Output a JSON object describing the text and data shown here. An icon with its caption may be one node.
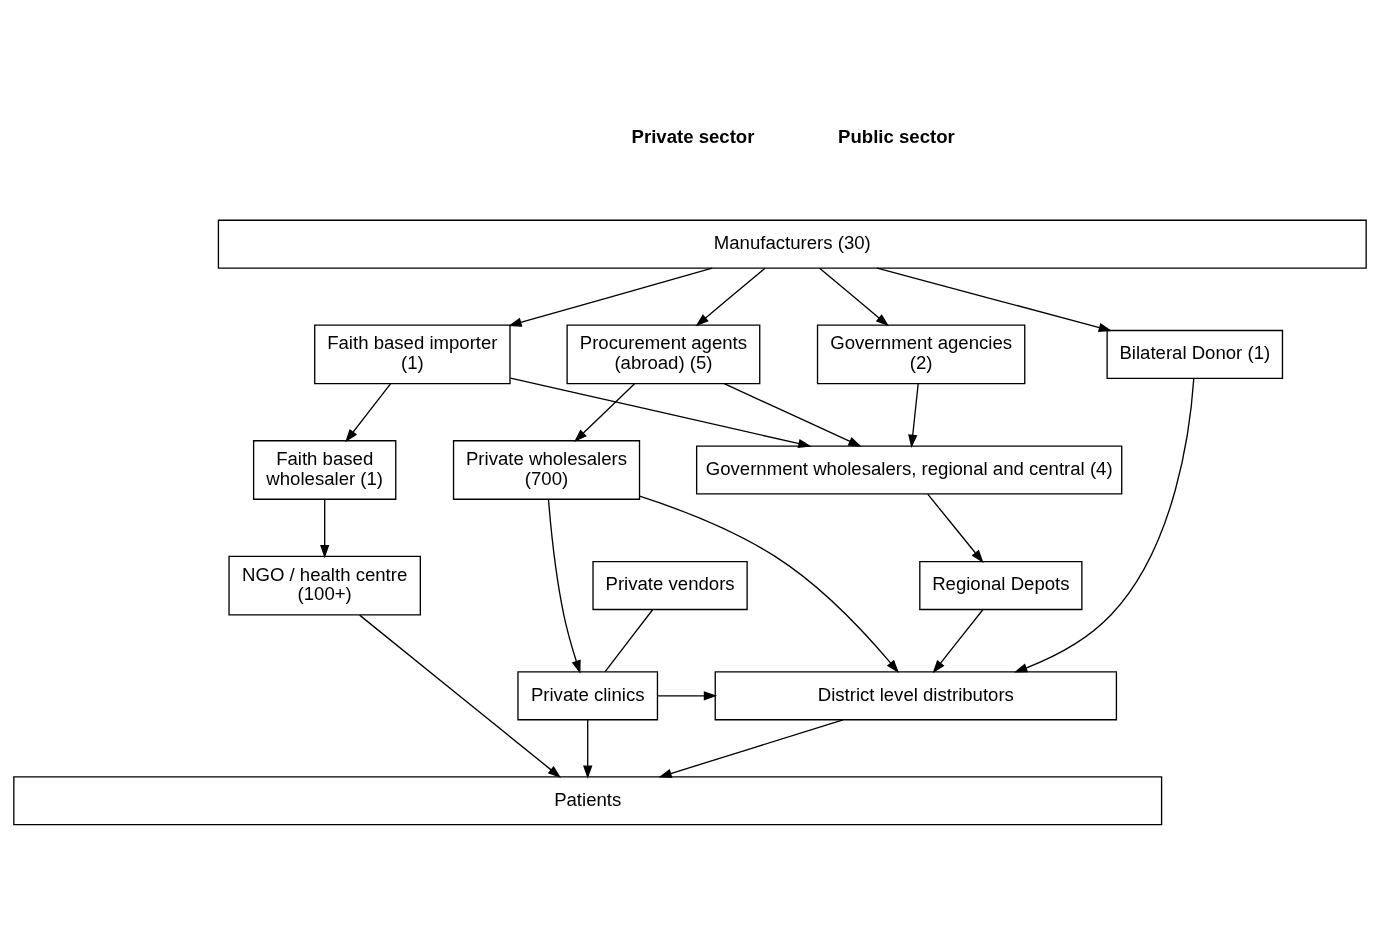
{
  "diagram": {
    "nodes": [
      {
        "text": [
          "Manufacturers (30)"
        ]
      },
      {
        "text": [
          "Faith based importer (1)"
        ]
      },
      {
        "text": [
          "Procurement agents (abroad) (5)"
        ]
      },
      {
        "text": [
          "Government agencies (2)"
        ]
      },
      {
        "text": [
          "Bilateral Donor (1)"
        ]
      },
      {
        "text": [
          "Faith based wholesaler (1)"
        ]
      },
      {
        "text": [
          "Private wholesalers (700)"
        ]
      },
      {
        "text": [
          "Government wholesalers, regional and central (4)"
        ]
      },
      {
        "text": [
          "NGO / health centre (100+)"
        ]
      },
      {
        "text": [
          "Private vendors"
        ]
      },
      {
        "text": [
          "Regional Depots"
        ]
      },
      {
        "text": [
          "Private clinics"
        ]
      },
      {
        "text": [
          "District level distributors"
        ]
      },
      {
        "text": [
          "Patients"
        ]
      }
    ],
    "edges": [
      {
        "from": 0,
        "to": 1,
        "arrow": "to"
      },
      {
        "from": 0,
        "to": 2,
        "arrow": "to"
      },
      {
        "from": 0,
        "to": 3,
        "arrow": "to"
      },
      {
        "from": 0,
        "to": 4,
        "arrow": "to"
      },
      {
        "from": 1,
        "to": 5,
        "arrow": "to"
      },
      {
        "from": 1,
        "to": 7,
        "arrow": "to"
      },
      {
        "from": 2,
        "to": 6,
        "arrow": "to"
      },
      {
        "from": 2,
        "to": 7,
        "arrow": "to"
      },
      {
        "from": 3,
        "to": 7,
        "arrow": "to"
      },
      {
        "from": 4,
        "to": 12,
        "arrow": "to"
      },
      {
        "from": 5,
        "to": 8,
        "arrow": "to"
      },
      {
        "from": 6,
        "to": 11,
        "arrow": "to"
      },
      {
        "from": 6,
        "to": 12,
        "arrow": "to"
      },
      {
        "from": 7,
        "to": 10,
        "arrow": "to"
      },
      {
        "from": 9,
        "to": 11,
        "arrow": "none"
      },
      {
        "from": 10,
        "to": 12,
        "arrow": "to"
      },
      {
        "from": 11,
        "to": 12,
        "arrow": "to"
      },
      {
        "from": 8,
        "to": 13,
        "arrow": "to"
      },
      {
        "from": 11,
        "to": 13,
        "arrow": "to"
      },
      {
        "from": 12,
        "to": 13,
        "arrow": "to"
      }
    ],
    "labels": [
      "Private sector",
      "Public sector"
    ]
  }
}
